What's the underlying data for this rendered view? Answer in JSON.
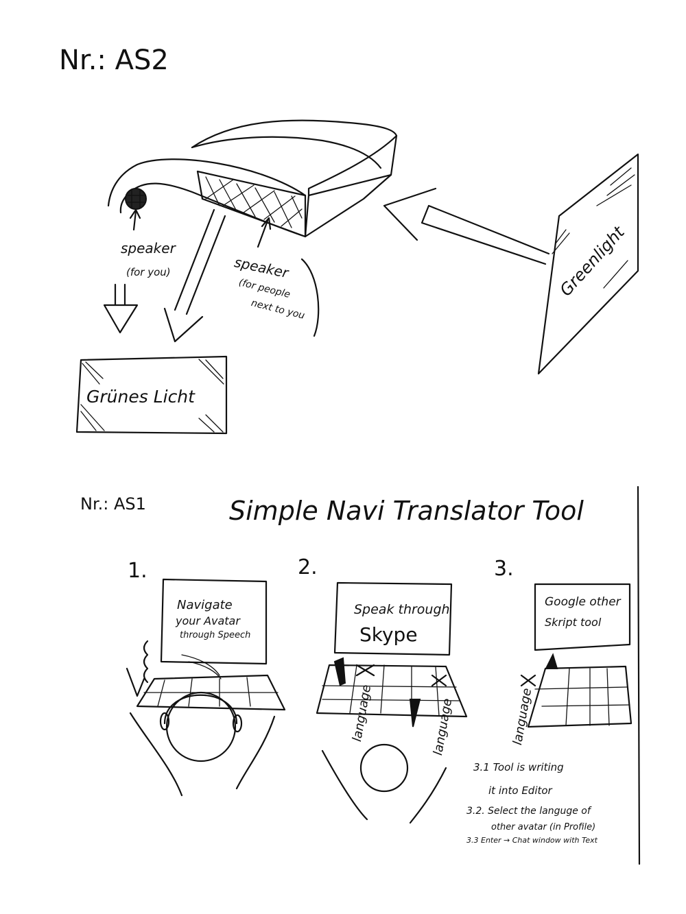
{
  "top": {
    "id_label": "Nr.: AS2",
    "speaker_you": "speaker",
    "speaker_you_sub": "(for you)",
    "speaker_others": "speaker",
    "speaker_others_sub1": "(for people",
    "speaker_others_sub2": "next to you",
    "card_left": "Grünes Licht",
    "card_right": "Greenlight"
  },
  "bottom": {
    "id_label": "Nr.: AS1",
    "title": "Simple Navi Translator Tool",
    "steps": [
      {
        "num": "1.",
        "screen_line1": "Navigate",
        "screen_line2": "your Avatar",
        "screen_line3": "through Speech"
      },
      {
        "num": "2.",
        "screen_line1": "Speak through",
        "screen_line2": "Skype"
      },
      {
        "num": "3.",
        "screen_line1": "Google other",
        "screen_line2": "Skript tool"
      }
    ],
    "key_label": "language",
    "notes": [
      "3.1 Tool is writing",
      "it into Editor",
      "3.2. Select the languge of",
      "other avatar (in Profile)",
      "3.3 Enter → Chat window with Text"
    ]
  }
}
